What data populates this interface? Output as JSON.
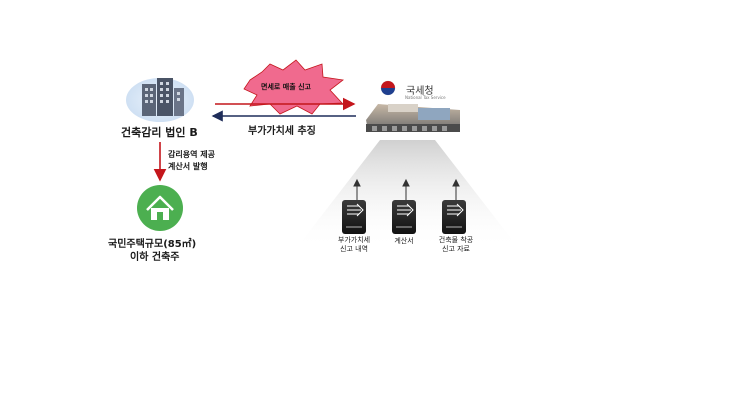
{
  "corp": {
    "name": "건축감리 법인 B"
  },
  "arrows": {
    "burst_text": "면세로 매출 신고",
    "collect_text": "부가가치세 추징",
    "supply_line1": "감리용역 제공",
    "supply_line2": "계산서 발행"
  },
  "agency": {
    "logo_text": "국세청",
    "logo_sub": "National Tax Service"
  },
  "client": {
    "line1": "국민주택규모(85㎡)",
    "line2": "이하 건축주"
  },
  "documents": [
    {
      "line1": "부가가치세",
      "line2": "신고 내역"
    },
    {
      "line1": "계산서",
      "line2": ""
    },
    {
      "line1": "건축물 착공",
      "line2": "신고 자료"
    }
  ],
  "colors": {
    "red": "#c4161c",
    "navy": "#1f2d5a",
    "green": "#4caf50",
    "burst": "#f06a8e"
  }
}
